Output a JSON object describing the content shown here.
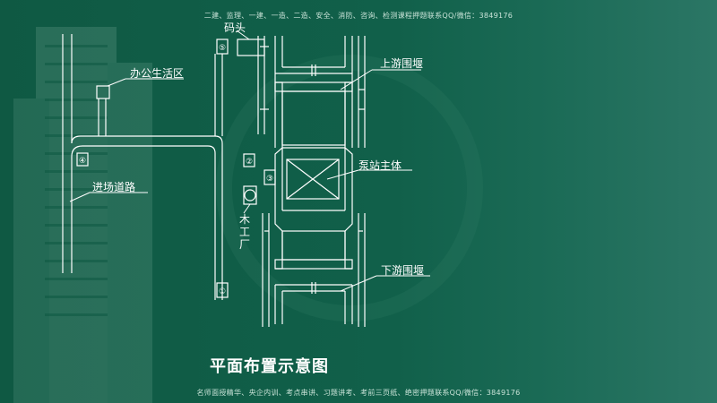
{
  "header_text": "二建、监理、一建、一造、二造、安全、消防、咨询、检测课程押题联系QQ/微信：3849176",
  "footer_text": "名师面授精华、央企内训、考点串讲、习题讲考、考前三页纸、绝密押题联系QQ/微信：3849176",
  "title": "平面布置示意图",
  "labels": {
    "wharf": "码头",
    "office": "办公生活区",
    "access_road": "进场道路",
    "upstream_cofferdam": "上游围堰",
    "pump_station": "泵站主体",
    "downstream_cofferdam": "下游围堰",
    "carpentry": "木工厂"
  },
  "markers": [
    "①",
    "②",
    "③",
    "④",
    "⑤"
  ],
  "colors": {
    "background": "#0f5a44",
    "lines": "#ffffff"
  }
}
